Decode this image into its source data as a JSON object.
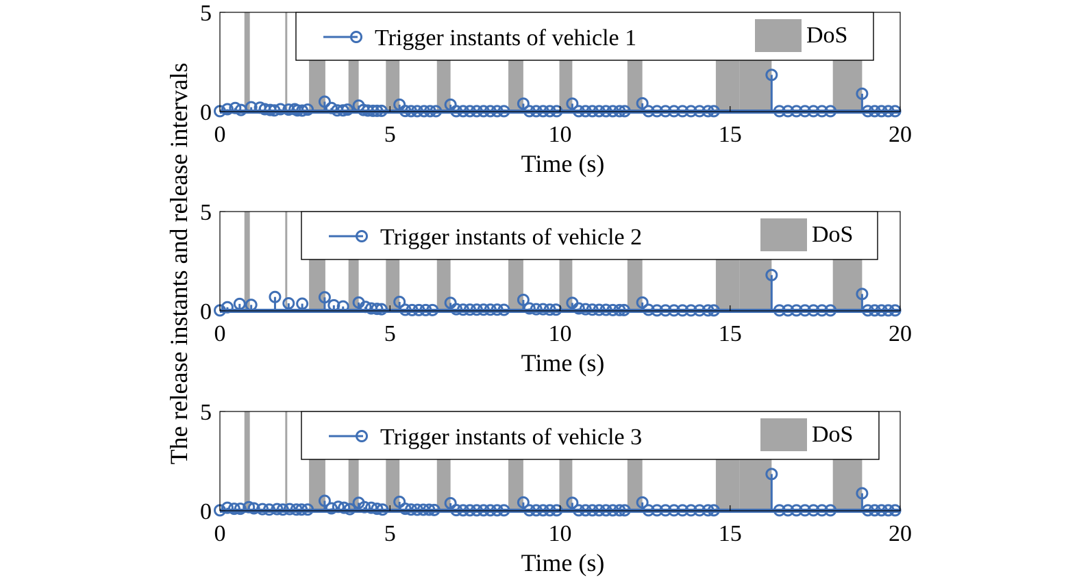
{
  "figure": {
    "ylabel": "The release instants and release intervals"
  },
  "chart_data": [
    {
      "type": "stem",
      "xlabel": "Time (s)",
      "xlim": [
        0,
        20
      ],
      "ylim": [
        0,
        5
      ],
      "xticks": [
        "0",
        "5",
        "10",
        "15",
        "20"
      ],
      "yticks": [
        "0",
        "5"
      ],
      "legend": {
        "series_label": "Trigger instants of vehicle 1",
        "dos_label": "DoS",
        "placement": "top"
      },
      "series_color": "#3f6fb5",
      "dos_color": "#a6a6a6",
      "dos_intervals": [
        [
          0.72,
          0.88
        ],
        [
          1.92,
          1.98
        ],
        [
          2.62,
          3.1
        ],
        [
          3.78,
          4.08
        ],
        [
          4.88,
          5.28
        ],
        [
          6.38,
          6.78
        ],
        [
          8.48,
          8.92
        ],
        [
          9.98,
          10.36
        ],
        [
          11.98,
          12.42
        ],
        [
          14.58,
          15.28
        ],
        [
          15.28,
          16.22
        ],
        [
          18.02,
          18.88
        ]
      ],
      "stems": [
        [
          0.0,
          0.02
        ],
        [
          0.22,
          0.12
        ],
        [
          0.45,
          0.18
        ],
        [
          0.62,
          0.08
        ],
        [
          0.92,
          0.22
        ],
        [
          1.18,
          0.2
        ],
        [
          1.32,
          0.12
        ],
        [
          1.48,
          0.08
        ],
        [
          1.6,
          0.06
        ],
        [
          1.78,
          0.12
        ],
        [
          2.02,
          0.1
        ],
        [
          2.2,
          0.12
        ],
        [
          2.28,
          0.06
        ],
        [
          2.42,
          0.05
        ],
        [
          2.58,
          0.1
        ],
        [
          3.08,
          0.5
        ],
        [
          3.28,
          0.18
        ],
        [
          3.45,
          0.06
        ],
        [
          3.62,
          0.06
        ],
        [
          3.75,
          0.1
        ],
        [
          4.08,
          0.3
        ],
        [
          4.22,
          0.08
        ],
        [
          4.35,
          0.05
        ],
        [
          4.5,
          0.04
        ],
        [
          4.62,
          0.04
        ],
        [
          4.75,
          0.04
        ],
        [
          5.28,
          0.35
        ],
        [
          5.45,
          0.03
        ],
        [
          5.62,
          0.02
        ],
        [
          5.8,
          0.02
        ],
        [
          6.0,
          0.02
        ],
        [
          6.18,
          0.02
        ],
        [
          6.35,
          0.02
        ],
        [
          6.78,
          0.35
        ],
        [
          6.95,
          0.02
        ],
        [
          7.15,
          0.02
        ],
        [
          7.35,
          0.02
        ],
        [
          7.55,
          0.02
        ],
        [
          7.75,
          0.02
        ],
        [
          7.95,
          0.02
        ],
        [
          8.15,
          0.02
        ],
        [
          8.35,
          0.02
        ],
        [
          8.92,
          0.4
        ],
        [
          9.1,
          0.02
        ],
        [
          9.3,
          0.02
        ],
        [
          9.5,
          0.02
        ],
        [
          9.7,
          0.02
        ],
        [
          9.9,
          0.02
        ],
        [
          10.36,
          0.4
        ],
        [
          10.55,
          0.02
        ],
        [
          10.75,
          0.02
        ],
        [
          10.95,
          0.02
        ],
        [
          11.15,
          0.02
        ],
        [
          11.35,
          0.02
        ],
        [
          11.55,
          0.02
        ],
        [
          11.75,
          0.02
        ],
        [
          11.9,
          0.02
        ],
        [
          12.42,
          0.42
        ],
        [
          12.6,
          0.02
        ],
        [
          12.85,
          0.02
        ],
        [
          13.1,
          0.02
        ],
        [
          13.35,
          0.02
        ],
        [
          13.6,
          0.02
        ],
        [
          13.85,
          0.02
        ],
        [
          14.1,
          0.02
        ],
        [
          14.35,
          0.02
        ],
        [
          14.52,
          0.02
        ],
        [
          16.22,
          1.85
        ],
        [
          16.45,
          0.02
        ],
        [
          16.7,
          0.02
        ],
        [
          16.95,
          0.02
        ],
        [
          17.2,
          0.02
        ],
        [
          17.45,
          0.02
        ],
        [
          17.7,
          0.02
        ],
        [
          17.95,
          0.02
        ],
        [
          18.88,
          0.9
        ],
        [
          19.05,
          0.02
        ],
        [
          19.25,
          0.02
        ],
        [
          19.45,
          0.02
        ],
        [
          19.65,
          0.02
        ],
        [
          19.85,
          0.02
        ]
      ]
    },
    {
      "type": "stem",
      "xlabel": "Time (s)",
      "xlim": [
        0,
        20
      ],
      "ylim": [
        0,
        5
      ],
      "xticks": [
        "0",
        "5",
        "10",
        "15",
        "20"
      ],
      "yticks": [
        "0",
        "5"
      ],
      "legend": {
        "series_label": "Trigger instants of vehicle 2",
        "dos_label": "DoS",
        "placement": "top"
      },
      "series_color": "#3f6fb5",
      "dos_color": "#a6a6a6",
      "dos_intervals": [
        [
          0.72,
          0.88
        ],
        [
          1.92,
          1.98
        ],
        [
          2.62,
          3.1
        ],
        [
          3.78,
          4.08
        ],
        [
          4.88,
          5.28
        ],
        [
          6.38,
          6.78
        ],
        [
          8.48,
          8.92
        ],
        [
          9.98,
          10.36
        ],
        [
          11.98,
          12.42
        ],
        [
          14.58,
          15.28
        ],
        [
          15.28,
          16.22
        ],
        [
          18.02,
          18.88
        ]
      ],
      "stems": [
        [
          0.0,
          0.02
        ],
        [
          0.22,
          0.18
        ],
        [
          0.58,
          0.35
        ],
        [
          0.92,
          0.3
        ],
        [
          1.62,
          0.7
        ],
        [
          2.02,
          0.38
        ],
        [
          2.42,
          0.36
        ],
        [
          3.08,
          0.68
        ],
        [
          3.35,
          0.28
        ],
        [
          3.62,
          0.22
        ],
        [
          4.08,
          0.42
        ],
        [
          4.28,
          0.2
        ],
        [
          4.45,
          0.12
        ],
        [
          4.62,
          0.1
        ],
        [
          4.75,
          0.08
        ],
        [
          5.28,
          0.45
        ],
        [
          5.45,
          0.05
        ],
        [
          5.65,
          0.04
        ],
        [
          5.85,
          0.04
        ],
        [
          6.05,
          0.04
        ],
        [
          6.25,
          0.04
        ],
        [
          6.78,
          0.4
        ],
        [
          6.95,
          0.08
        ],
        [
          7.15,
          0.06
        ],
        [
          7.35,
          0.06
        ],
        [
          7.55,
          0.06
        ],
        [
          7.75,
          0.06
        ],
        [
          7.95,
          0.06
        ],
        [
          8.15,
          0.06
        ],
        [
          8.35,
          0.05
        ],
        [
          8.92,
          0.55
        ],
        [
          9.1,
          0.12
        ],
        [
          9.3,
          0.08
        ],
        [
          9.5,
          0.08
        ],
        [
          9.7,
          0.06
        ],
        [
          9.88,
          0.06
        ],
        [
          10.36,
          0.4
        ],
        [
          10.55,
          0.12
        ],
        [
          10.75,
          0.08
        ],
        [
          10.95,
          0.06
        ],
        [
          11.15,
          0.05
        ],
        [
          11.35,
          0.05
        ],
        [
          11.55,
          0.04
        ],
        [
          11.75,
          0.04
        ],
        [
          11.88,
          0.04
        ],
        [
          12.42,
          0.42
        ],
        [
          12.6,
          0.05
        ],
        [
          12.85,
          0.02
        ],
        [
          13.1,
          0.02
        ],
        [
          13.35,
          0.02
        ],
        [
          13.6,
          0.02
        ],
        [
          13.85,
          0.02
        ],
        [
          14.1,
          0.02
        ],
        [
          14.35,
          0.02
        ],
        [
          14.52,
          0.02
        ],
        [
          16.22,
          1.8
        ],
        [
          16.45,
          0.02
        ],
        [
          16.7,
          0.02
        ],
        [
          16.95,
          0.02
        ],
        [
          17.2,
          0.02
        ],
        [
          17.45,
          0.02
        ],
        [
          17.7,
          0.02
        ],
        [
          17.95,
          0.02
        ],
        [
          18.88,
          0.85
        ],
        [
          19.05,
          0.02
        ],
        [
          19.25,
          0.02
        ],
        [
          19.45,
          0.02
        ],
        [
          19.65,
          0.02
        ],
        [
          19.85,
          0.02
        ]
      ]
    },
    {
      "type": "stem",
      "xlabel": "Time (s)",
      "xlim": [
        0,
        20
      ],
      "ylim": [
        0,
        5
      ],
      "xticks": [
        "0",
        "5",
        "10",
        "15",
        "20"
      ],
      "yticks": [
        "0",
        "5"
      ],
      "legend": {
        "series_label": "Trigger instants of vehicle 3",
        "dos_label": "DoS",
        "placement": "top"
      },
      "series_color": "#3f6fb5",
      "dos_color": "#a6a6a6",
      "dos_intervals": [
        [
          0.72,
          0.88
        ],
        [
          1.92,
          1.98
        ],
        [
          2.62,
          3.1
        ],
        [
          3.78,
          4.08
        ],
        [
          4.88,
          5.28
        ],
        [
          6.38,
          6.78
        ],
        [
          8.48,
          8.92
        ],
        [
          9.98,
          10.36
        ],
        [
          11.98,
          12.42
        ],
        [
          14.58,
          15.28
        ],
        [
          15.28,
          16.22
        ],
        [
          18.02,
          18.88
        ]
      ],
      "stems": [
        [
          0.0,
          0.02
        ],
        [
          0.22,
          0.15
        ],
        [
          0.42,
          0.1
        ],
        [
          0.6,
          0.1
        ],
        [
          0.85,
          0.18
        ],
        [
          1.0,
          0.12
        ],
        [
          1.25,
          0.08
        ],
        [
          1.45,
          0.06
        ],
        [
          1.68,
          0.08
        ],
        [
          1.85,
          0.06
        ],
        [
          2.05,
          0.08
        ],
        [
          2.25,
          0.06
        ],
        [
          2.4,
          0.06
        ],
        [
          2.58,
          0.06
        ],
        [
          3.08,
          0.5
        ],
        [
          3.28,
          0.12
        ],
        [
          3.48,
          0.2
        ],
        [
          3.65,
          0.15
        ],
        [
          3.82,
          0.08
        ],
        [
          4.08,
          0.4
        ],
        [
          4.25,
          0.18
        ],
        [
          4.45,
          0.15
        ],
        [
          4.62,
          0.1
        ],
        [
          4.78,
          0.06
        ],
        [
          5.28,
          0.45
        ],
        [
          5.45,
          0.1
        ],
        [
          5.62,
          0.06
        ],
        [
          5.8,
          0.05
        ],
        [
          5.98,
          0.05
        ],
        [
          6.15,
          0.05
        ],
        [
          6.3,
          0.04
        ],
        [
          6.78,
          0.38
        ],
        [
          6.95,
          0.03
        ],
        [
          7.15,
          0.02
        ],
        [
          7.35,
          0.02
        ],
        [
          7.55,
          0.02
        ],
        [
          7.75,
          0.02
        ],
        [
          7.95,
          0.02
        ],
        [
          8.15,
          0.02
        ],
        [
          8.35,
          0.02
        ],
        [
          8.92,
          0.42
        ],
        [
          9.1,
          0.02
        ],
        [
          9.3,
          0.02
        ],
        [
          9.5,
          0.02
        ],
        [
          9.7,
          0.02
        ],
        [
          9.9,
          0.02
        ],
        [
          10.36,
          0.4
        ],
        [
          10.55,
          0.02
        ],
        [
          10.75,
          0.02
        ],
        [
          10.95,
          0.02
        ],
        [
          11.15,
          0.02
        ],
        [
          11.35,
          0.02
        ],
        [
          11.55,
          0.02
        ],
        [
          11.75,
          0.02
        ],
        [
          11.9,
          0.02
        ],
        [
          12.42,
          0.42
        ],
        [
          12.6,
          0.02
        ],
        [
          12.85,
          0.02
        ],
        [
          13.1,
          0.02
        ],
        [
          13.35,
          0.02
        ],
        [
          13.6,
          0.02
        ],
        [
          13.85,
          0.02
        ],
        [
          14.1,
          0.02
        ],
        [
          14.35,
          0.02
        ],
        [
          14.52,
          0.02
        ],
        [
          16.22,
          1.85
        ],
        [
          16.45,
          0.02
        ],
        [
          16.7,
          0.02
        ],
        [
          16.95,
          0.02
        ],
        [
          17.2,
          0.02
        ],
        [
          17.45,
          0.02
        ],
        [
          17.7,
          0.02
        ],
        [
          17.95,
          0.02
        ],
        [
          18.88,
          0.88
        ],
        [
          19.05,
          0.02
        ],
        [
          19.25,
          0.02
        ],
        [
          19.45,
          0.02
        ],
        [
          19.65,
          0.02
        ],
        [
          19.85,
          0.02
        ]
      ]
    }
  ]
}
